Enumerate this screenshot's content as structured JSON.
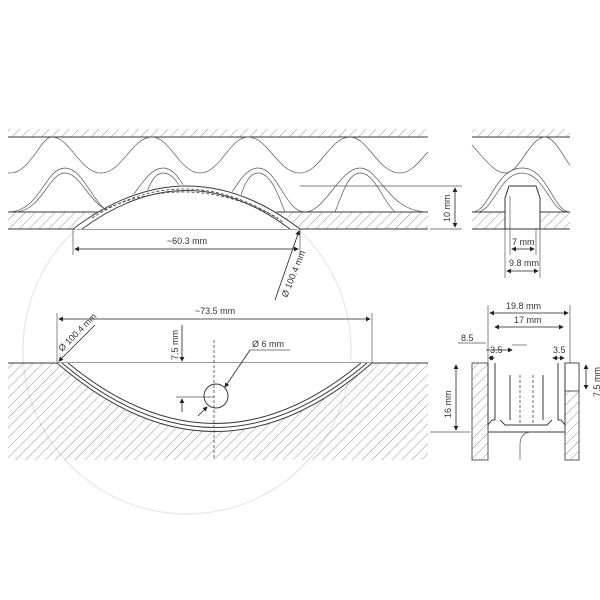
{
  "labels": {
    "biscuit_chord_top": "~60.3 mm",
    "biscuit_diameter_top": "Ø 100.4 mm",
    "height_top": "10 mm",
    "slot_inner_top": "7 mm",
    "slot_outer_top": "9.8 mm",
    "chord_bottom": "~73.5 mm",
    "diameter_bottom": "Ø 100.4 mm",
    "offset_bottom": "7.5 mm",
    "hole_diameter": "Ø 6 mm",
    "depth_bottom": "16 mm",
    "width_outer": "19.8 mm",
    "width_inner": "17 mm",
    "half_width": "8.5",
    "wall_left": "3.5",
    "wall_right": "3.5",
    "side_height": "7.5 mm"
  }
}
